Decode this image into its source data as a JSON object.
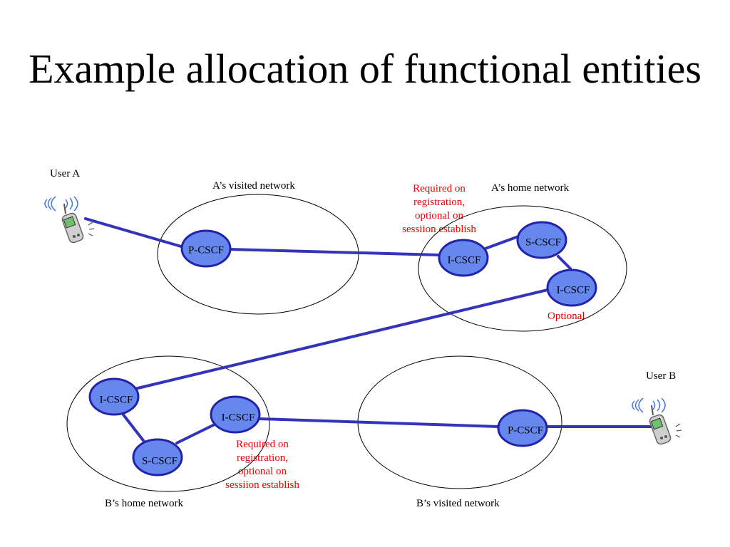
{
  "title": "Example allocation of functional entities",
  "colors": {
    "link": "#3333bb",
    "node_fill": "#6688ee",
    "node_stroke": "#2222aa",
    "note": "#ee0000"
  },
  "users": {
    "a": "User A",
    "b": "User B"
  },
  "networks": {
    "a_visited": "A’s visited network",
    "a_home": "A’s home network",
    "b_home": "B’s home network",
    "b_visited": "B’s visited network"
  },
  "nodes": {
    "a_visited_pcscf": "P-CSCF",
    "a_home_icscf": "I-CSCF",
    "a_home_scscf": "S-CSCF",
    "a_home_icscf_optional": "I-CSCF",
    "b_home_icscf_top": "I-CSCF",
    "b_home_icscf": "I-CSCF",
    "b_home_scscf": "S-CSCF",
    "b_visited_pcscf": "P-CSCF"
  },
  "notes": {
    "a_home_required": [
      "Required on",
      "registration,",
      "optional on",
      "sessiion establish"
    ],
    "a_home_optional": "Optional",
    "b_home_required": [
      "Required on",
      "registration,",
      "optional on",
      "sessiion establish"
    ]
  },
  "icons": {
    "user_a": "mobile-phone-icon",
    "user_b": "mobile-phone-icon"
  }
}
